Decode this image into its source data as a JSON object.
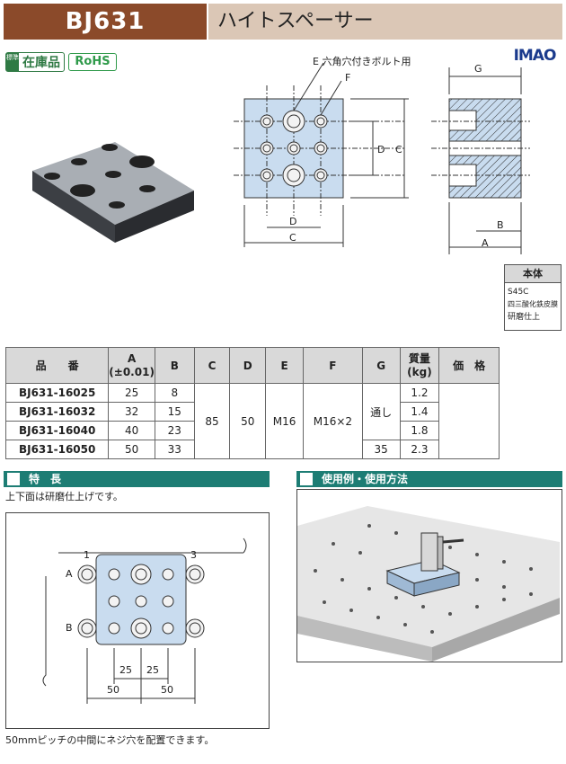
{
  "header": {
    "code": "BJ631",
    "name": "ハイトスペーサー"
  },
  "badges": {
    "stock_small": "標準",
    "stock_big": "在庫品",
    "rohs": "RoHS"
  },
  "logo": "IMAO",
  "drawing": {
    "e_label": "E 六角穴付きボルト用",
    "f_label": "F",
    "d": "D",
    "c": "C",
    "g": "G",
    "b": "B",
    "a": "A"
  },
  "material": {
    "header": "本体",
    "lines": [
      "S45C",
      "四三酸化鉄皮膜",
      "研磨仕上"
    ]
  },
  "table": {
    "headers": [
      "品　　番",
      "A\n(±0.01)",
      "B",
      "C",
      "D",
      "E",
      "F",
      "G",
      "質量\n(kg)",
      "価　格"
    ],
    "rows": [
      {
        "part": "BJ631-16025",
        "a": "25",
        "b": "8",
        "mass": "1.2"
      },
      {
        "part": "BJ631-16032",
        "a": "32",
        "b": "15",
        "mass": "1.4"
      },
      {
        "part": "BJ631-16040",
        "a": "40",
        "b": "23",
        "mass": "1.8"
      },
      {
        "part": "BJ631-16050",
        "a": "50",
        "b": "33",
        "mass": "2.3"
      }
    ],
    "c": "85",
    "d": "50",
    "e": "M16",
    "f": "M16×2",
    "g_through": "通し",
    "g_last": "35"
  },
  "features": {
    "title": "特　長",
    "text": "上下面は研磨仕上げです。",
    "labels": {
      "one": "1",
      "three": "3",
      "row_a": "A",
      "row_b": "B",
      "dim_25a": "25",
      "dim_25b": "25",
      "dim_50a": "50",
      "dim_50b": "50"
    },
    "footnote": "50mmピッチの中間にネジ穴を配置できます。"
  },
  "usage": {
    "title": "使用例・使用方法"
  }
}
